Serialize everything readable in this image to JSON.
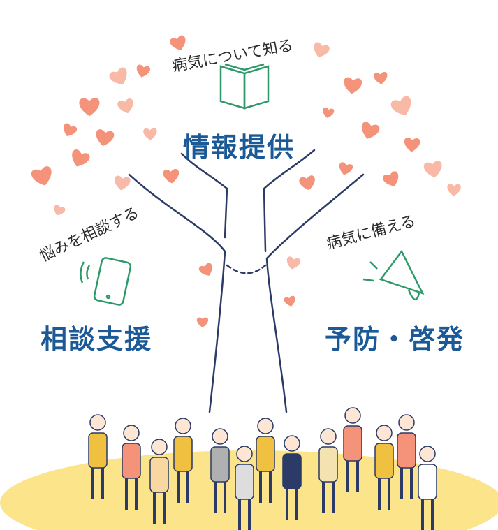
{
  "top": {
    "caption": "病気について知る",
    "title": "情報提供",
    "icon": "open-book-icon"
  },
  "left": {
    "caption": "悩みを相談する",
    "title": "相談支援",
    "icon": "smartphone-icon"
  },
  "right": {
    "caption": "病気に備える",
    "title": "予防・啓発",
    "icon": "megaphone-icon"
  },
  "colors": {
    "title": "#1b5a96",
    "icon": "#2e9a6a",
    "heart": "#f4937a",
    "heart_light": "#f8b9a6",
    "ground": "#fbe48a",
    "trunk": "#2b3a66"
  }
}
